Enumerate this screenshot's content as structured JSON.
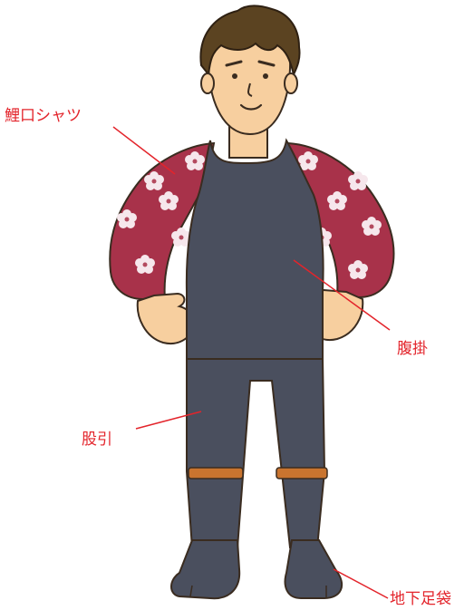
{
  "labels": {
    "shirt": "鯉口シャツ",
    "apron": "腹掛",
    "pants": "股引",
    "tabi": "地下足袋"
  },
  "colors": {
    "label_text": "#e3242b",
    "leader_line": "#e3242b",
    "garment_navy": "#4a4f5e",
    "sleeve_red": "#a8324a",
    "skin": "#f7cf9f",
    "hair": "#5b4321",
    "strap_orange": "#c9742f"
  },
  "icons": {
    "figure": "festival-outfit-man-illustration"
  }
}
